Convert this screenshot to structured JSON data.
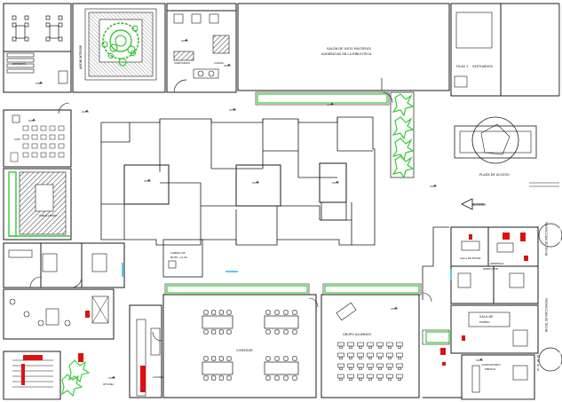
{
  "labels": {
    "salon_line1": "SALÓN DE USOS MÚLTIPLES",
    "salon_line2": "AUDIENCIAS EN LA BIBLIOTECA",
    "sanitarios": "SANITARIOS",
    "camas": "CAMAS",
    "deposito": "DEPÓSITO",
    "filas_line1": "FILAS Y",
    "filas_line2": "VESTUARIOS",
    "jardin_interior": "JARDÍN INTERIOR",
    "sum": "SUM",
    "caballeriza": "CABALLERIZA",
    "plaza_acceso": "PLAZA DE ACCESO",
    "acceso": "ACCESO",
    "cabina": "CABINA DE",
    "nivel": "NIVEL +0.00",
    "gerencia": "GERENCIA",
    "sala_estar": "SALA DE ESTAR",
    "direccion": "DIRECCIÓN",
    "proyeccion_top": "PROYECCIÓN DE TECHO",
    "proyeccion_bottom": "PROYECCIÓN DE TECHO",
    "comedor": "COMEDOR",
    "grupo_alumnos": "GRUPO ALUMNOS",
    "oficina": "OFICINA",
    "sala_reuniones": "SALA DE",
    "espera": "ESPERA",
    "consultorio_line1": "CONSULTORIO",
    "consultorio_line2": "MÉDICO",
    "cocina": "COCINA",
    "escalera": "ESCALERA"
  },
  "colors": {
    "line": "#1a1a1a",
    "vegetation": "#33cc33",
    "wall_red": "#dd1111",
    "accent_cyan": "#00a8e8",
    "hatch": "#333333"
  },
  "icons": {
    "north_arrow": "north-arrow-icon",
    "tree": "tree-icon"
  }
}
